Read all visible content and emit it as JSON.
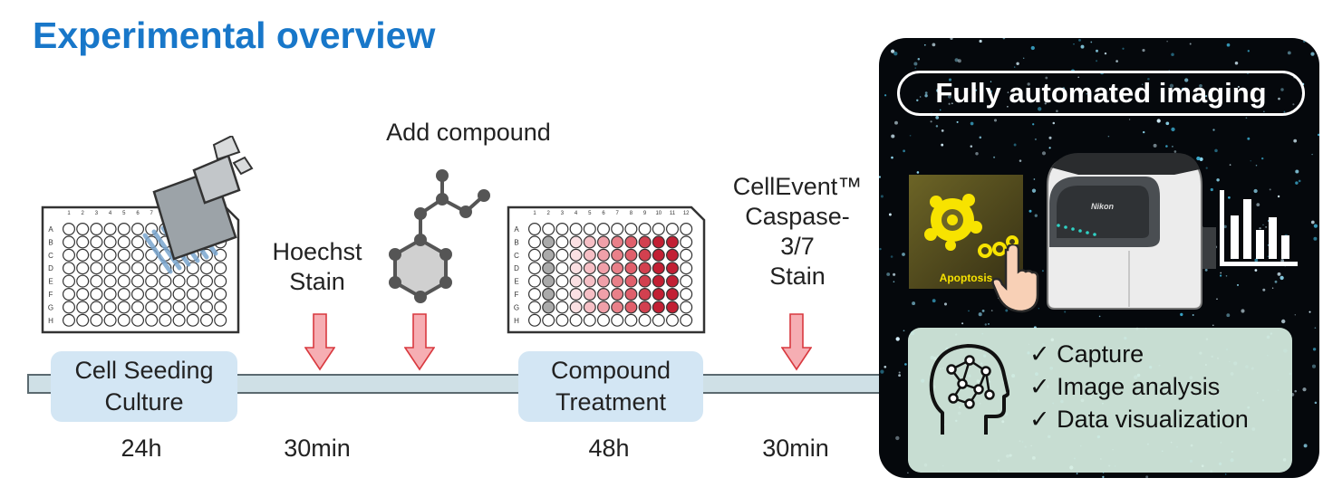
{
  "title": "Experimental overview",
  "steps": {
    "add_compound": "Add compound",
    "hoechst_line1": "Hoechst",
    "hoechst_line2": "Stain",
    "cellevent_line1": "CellEvent™",
    "cellevent_line2": "Caspase-",
    "cellevent_line3": "3/7",
    "cellevent_line4": "Stain"
  },
  "stages": [
    {
      "line1": "Cell Seeding",
      "line2": "Culture",
      "duration": "24h"
    },
    {
      "line1": "Compound",
      "line2": "Treatment",
      "duration": "48h"
    }
  ],
  "stain_durations": [
    "30min",
    "30min"
  ],
  "plate": {
    "rows": [
      "A",
      "B",
      "C",
      "D",
      "E",
      "F",
      "G",
      "H"
    ],
    "cols": [
      "1",
      "2",
      "3",
      "4",
      "5",
      "6",
      "7",
      "8",
      "9",
      "10",
      "11",
      "12"
    ]
  },
  "automation": {
    "title": "Fully automated imaging",
    "apoptosis_label": "Apoptosis",
    "instrument_brand": "Nikon",
    "features": [
      "Capture",
      "Image analysis",
      "Data visualization"
    ]
  },
  "colors": {
    "title": "#1877c9",
    "stage_box": "#d3e6f4",
    "arrow": "#f6aeb3",
    "well_gradient": [
      "#ffffff",
      "#fbe0e3",
      "#f6c0c6",
      "#f0a0a9",
      "#e98089",
      "#e0606c",
      "#d2404f",
      "#c22034"
    ]
  }
}
